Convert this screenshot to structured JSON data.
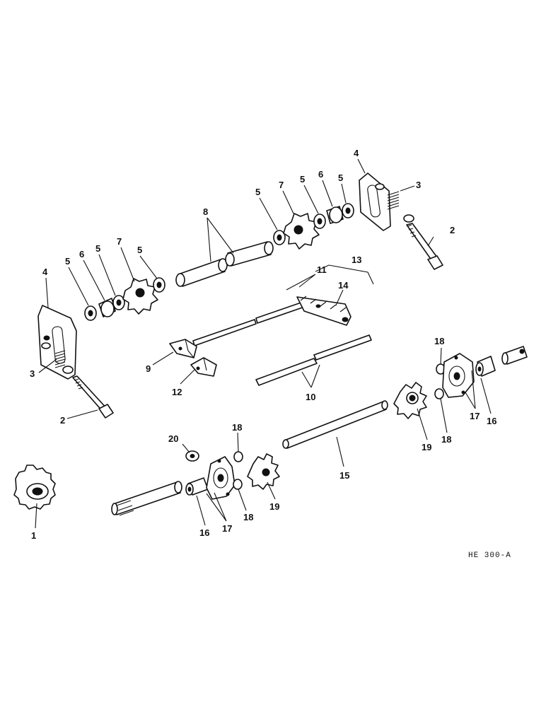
{
  "diagram": {
    "reference_code": "HE 300-A",
    "callouts": [
      {
        "id": "c1a",
        "label": "1"
      },
      {
        "id": "c2a",
        "label": "2"
      },
      {
        "id": "c2b",
        "label": "2"
      },
      {
        "id": "c3a",
        "label": "3"
      },
      {
        "id": "c3b",
        "label": "3"
      },
      {
        "id": "c4a",
        "label": "4"
      },
      {
        "id": "c4b",
        "label": "4"
      },
      {
        "id": "c5a",
        "label": "5"
      },
      {
        "id": "c5b",
        "label": "5"
      },
      {
        "id": "c5c",
        "label": "5"
      },
      {
        "id": "c5d",
        "label": "5"
      },
      {
        "id": "c5e",
        "label": "5"
      },
      {
        "id": "c5f",
        "label": "5"
      },
      {
        "id": "c6a",
        "label": "6"
      },
      {
        "id": "c6b",
        "label": "6"
      },
      {
        "id": "c7a",
        "label": "7"
      },
      {
        "id": "c7b",
        "label": "7"
      },
      {
        "id": "c8",
        "label": "8"
      },
      {
        "id": "c9",
        "label": "9"
      },
      {
        "id": "c10",
        "label": "10"
      },
      {
        "id": "c11",
        "label": "11"
      },
      {
        "id": "c12",
        "label": "12"
      },
      {
        "id": "c13",
        "label": "13"
      },
      {
        "id": "c14",
        "label": "14"
      },
      {
        "id": "c15",
        "label": "15"
      },
      {
        "id": "c16a",
        "label": "16"
      },
      {
        "id": "c16b",
        "label": "16"
      },
      {
        "id": "c17a",
        "label": "17"
      },
      {
        "id": "c17b",
        "label": "17"
      },
      {
        "id": "c18a",
        "label": "18"
      },
      {
        "id": "c18b",
        "label": "18"
      },
      {
        "id": "c18c",
        "label": "18"
      },
      {
        "id": "c18d",
        "label": "18"
      },
      {
        "id": "c19a",
        "label": "19"
      },
      {
        "id": "c19b",
        "label": "19"
      },
      {
        "id": "c20",
        "label": "20"
      }
    ]
  }
}
